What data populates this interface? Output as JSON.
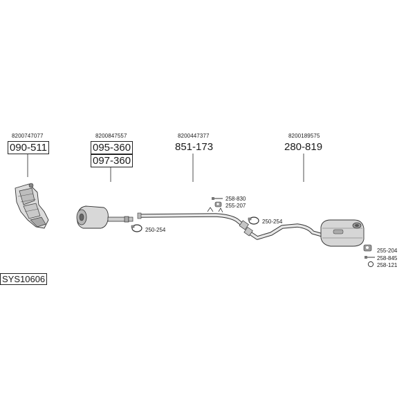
{
  "system_code": "SYS10606",
  "groups": [
    {
      "oem": "8200747077",
      "parts": [
        "090-511"
      ]
    },
    {
      "oem": "8200847557",
      "parts": [
        "095-360",
        "097-360"
      ]
    },
    {
      "oem": "8200447377",
      "parts": [
        "851-173"
      ]
    },
    {
      "oem": "8200189575",
      "parts": [
        "280-819"
      ]
    }
  ],
  "small_parts": {
    "clamp_front": "250-254",
    "clamp_rear": "250-254",
    "bolt_mid": "258-830",
    "hanger_mid": "255-207",
    "hanger_rear": "255-204",
    "bolt_rear": "258-845",
    "ring_rear": "258-121"
  },
  "colors": {
    "line": "#222222",
    "part_fill": "#d9d9d9",
    "part_dark": "#8a8a8a"
  }
}
